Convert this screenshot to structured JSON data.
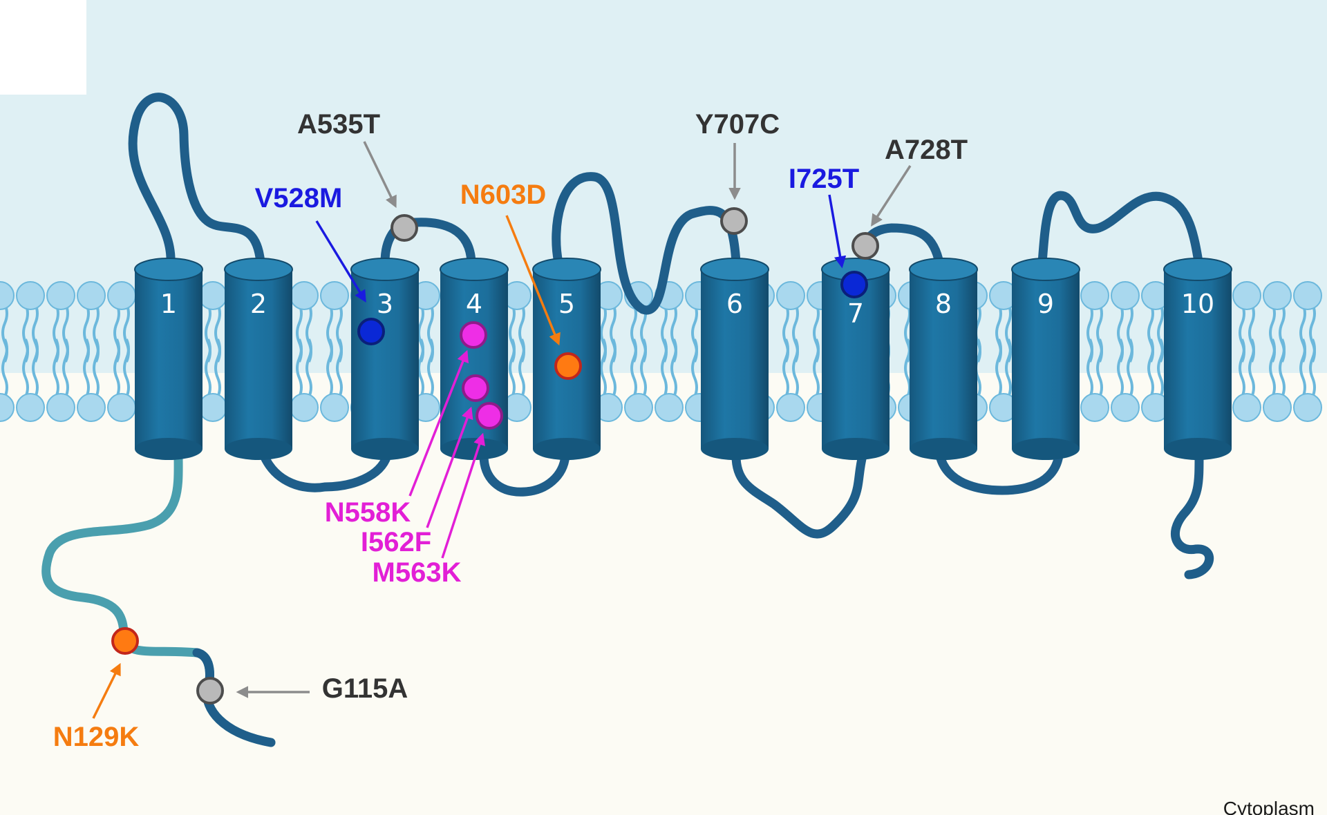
{
  "colors": {
    "extracellular_bg": "#dff0f4",
    "cytoplasm_bg": "#fcfbf4",
    "helix": "#1c6e9b",
    "helix_top": "#2a86b5",
    "loop": "#1f5e8a",
    "n_terminus": "#4a9fae",
    "lipid": "#a9d8ee",
    "lipid_edge": "#6cb8dc",
    "gray_variant": "#b9b9b9",
    "blue_variant": "#0a28d6",
    "magenta_variant": "#ee2ee6",
    "orange_variant": "#ff7a12",
    "label_gray": "#333333",
    "label_blue": "#1a1ae0",
    "label_orange": "#f57c10",
    "label_magenta": "#e21fd6",
    "arrow_gray": "#8c8c8c"
  },
  "segments": [
    "1",
    "2",
    "3",
    "4",
    "5",
    "6",
    "7",
    "8",
    "9",
    "10"
  ],
  "variants": [
    {
      "label": "A535T",
      "group": "gray"
    },
    {
      "label": "V528M",
      "group": "blue"
    },
    {
      "label": "N603D",
      "group": "orange"
    },
    {
      "label": "Y707C",
      "group": "gray"
    },
    {
      "label": "I725T",
      "group": "blue"
    },
    {
      "label": "A728T",
      "group": "gray"
    },
    {
      "label": "N558K",
      "group": "magenta"
    },
    {
      "label": "I562F",
      "group": "magenta"
    },
    {
      "label": "M563K",
      "group": "magenta"
    },
    {
      "label": "G115A",
      "group": "gray"
    },
    {
      "label": "N129K",
      "group": "orange"
    }
  ],
  "compartment_label": "Cytoplasm"
}
